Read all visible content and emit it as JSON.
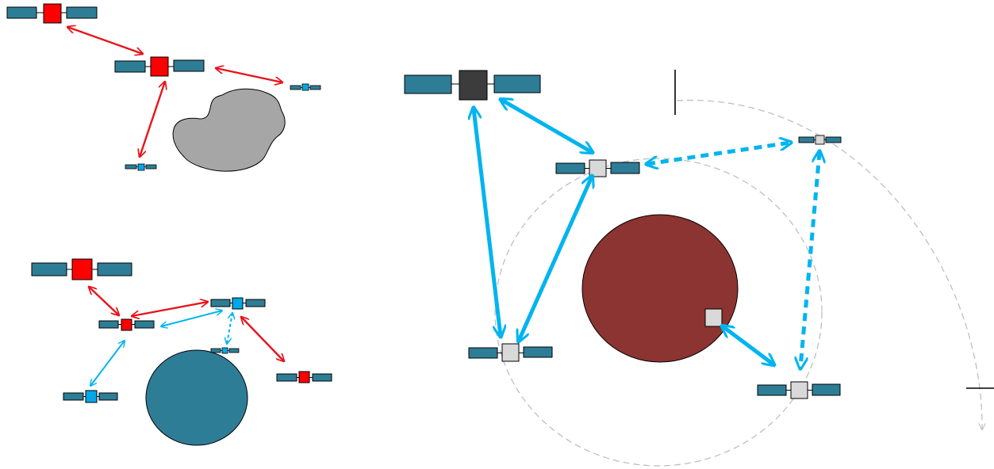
{
  "colors": {
    "panel": "#2e7d96",
    "red": "#ff0000",
    "red_link": "#e8141b",
    "blue_link": "#00b4f0",
    "blue_body": "#00a8e8",
    "dark_body": "#3c3c3c",
    "light_body": "#d9d9d9",
    "asteroid": "#a6a6a6",
    "planet_blue": "#2e7d96",
    "planet_red": "#8b3431",
    "orbit": "#bfbfbf",
    "outline": "#000000"
  },
  "scenes": [
    {
      "name": "asteroid-cluster",
      "body": "asteroid",
      "satellites": 4,
      "links": 3
    },
    {
      "name": "planet-swarm",
      "body": "planet-blue",
      "satellites": 6,
      "links": 6
    },
    {
      "name": "orbital-relay",
      "body": "planet-red",
      "satellites": 5,
      "links": 6
    }
  ]
}
